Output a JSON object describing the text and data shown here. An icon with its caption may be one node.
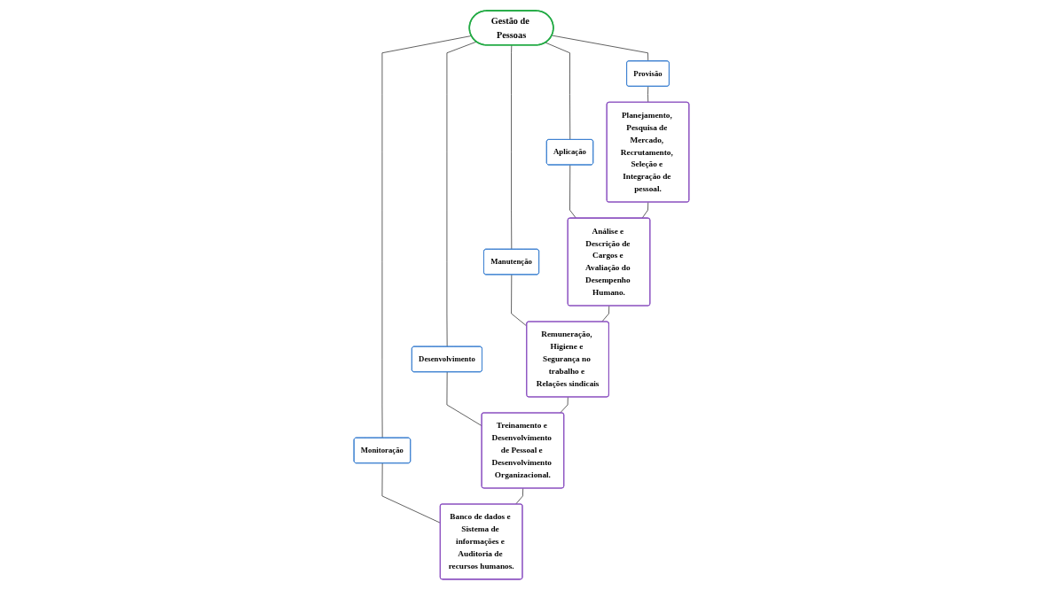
{
  "diagram": {
    "nodes": [
      {
        "text": [
          "Gestão de Pessoas"
        ]
      },
      {
        "text": [
          "Provisão"
        ]
      },
      {
        "text": [
          "Aplicação"
        ]
      },
      {
        "text": [
          "Manutenção"
        ]
      },
      {
        "text": [
          "Desenvolvimento"
        ]
      },
      {
        "text": [
          "Monitoração"
        ]
      },
      {
        "text": [
          "Planejamento, Pesquisa de Mercado, Recrutamento, Seleção e Integração de pessoal."
        ]
      },
      {
        "text": [
          "Análise e Descrição de Cargos e Avaliação do Desempenho Humano."
        ]
      },
      {
        "text": [
          "Remuneração, Higiene e Segurança no trabalho e Relações sindicais"
        ]
      },
      {
        "text": [
          "Treinamento e Desenvolvimento de Pessoal e Desenvolvimento Organizacional."
        ]
      },
      {
        "text": [
          "Banco de dados e Sistema de informações e Auditoria de recursos humanos."
        ]
      }
    ],
    "edges": [
      {
        "from": 0,
        "to": 1,
        "arrow": "none"
      },
      {
        "from": 0,
        "to": 2,
        "arrow": "none"
      },
      {
        "from": 0,
        "to": 3,
        "arrow": "none"
      },
      {
        "from": 0,
        "to": 4,
        "arrow": "none"
      },
      {
        "from": 0,
        "to": 5,
        "arrow": "none"
      },
      {
        "from": 1,
        "to": 6,
        "arrow": "none"
      },
      {
        "from": 2,
        "to": 7,
        "arrow": "none"
      },
      {
        "from": 3,
        "to": 8,
        "arrow": "none"
      },
      {
        "from": 4,
        "to": 9,
        "arrow": "none"
      },
      {
        "from": 5,
        "to": 10,
        "arrow": "none"
      },
      {
        "from": 6,
        "to": 7,
        "arrow": "none"
      },
      {
        "from": 7,
        "to": 8,
        "arrow": "none"
      },
      {
        "from": 8,
        "to": 9,
        "arrow": "none"
      },
      {
        "from": 9,
        "to": 10,
        "arrow": "none"
      }
    ]
  }
}
